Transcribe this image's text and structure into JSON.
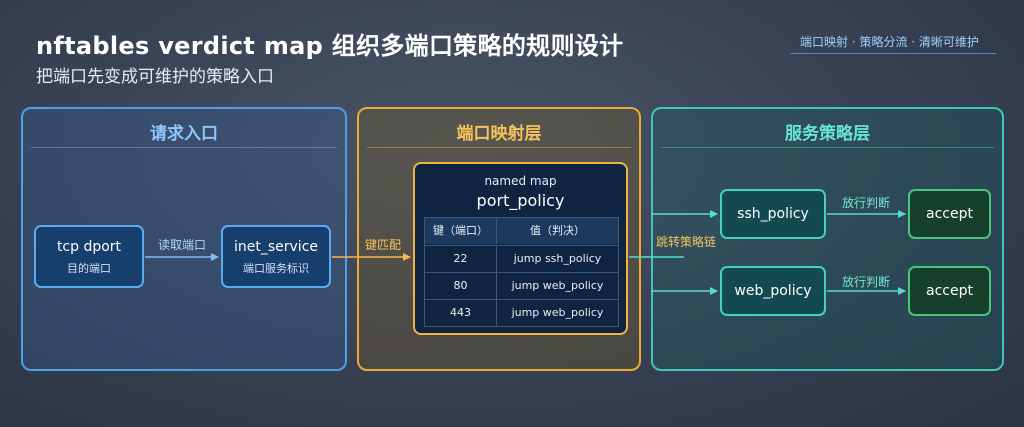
{
  "header": {
    "title": "nftables verdict map 组织多端口策略的规则设计",
    "subtitle": "把端口先变成可维护的策略入口",
    "tagline": "端口映射 · 策略分流 · 清晰可维护"
  },
  "panels": {
    "request": {
      "title": "请求入口"
    },
    "port": {
      "title": "端口映射层"
    },
    "service": {
      "title": "服务策略层"
    }
  },
  "nodes": {
    "tcp_dport": {
      "title": "tcp dport",
      "sub": "目的端口"
    },
    "inet_service": {
      "title": "inet_service",
      "sub": "端口服务标识"
    },
    "ssh_policy": {
      "title": "ssh_policy"
    },
    "web_policy": {
      "title": "web_policy"
    },
    "accept_1": {
      "title": "accept"
    },
    "accept_2": {
      "title": "accept"
    }
  },
  "map": {
    "kicker": "named map",
    "name": "port_policy",
    "headers": [
      "键（端口）",
      "值（判决）"
    ],
    "rows": [
      [
        "22",
        "jump  ssh_policy"
      ],
      [
        "80",
        "jump  web_policy"
      ],
      [
        "443",
        "jump  web_policy"
      ]
    ]
  },
  "edges": {
    "read_port": "读取端口",
    "key_match": "键匹配",
    "jump_chain": "跳转策略链",
    "allow_1": "放行判断",
    "allow_2": "放行判断"
  },
  "colors": {
    "request_accent": "#4e9fe6",
    "port_accent": "#e9ac32",
    "service_accent": "#3fc6bb",
    "accept_accent": "#47c77c"
  }
}
